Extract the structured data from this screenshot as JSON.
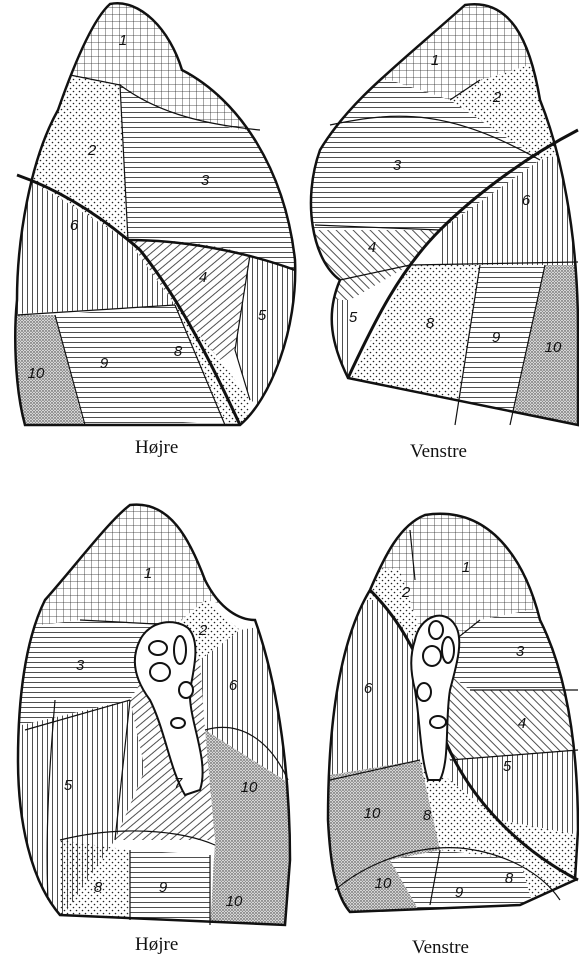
{
  "captions": {
    "top_left": "Højre",
    "top_right": "Venstre",
    "bottom_left": "Højre",
    "bottom_right": "Venstre"
  },
  "segments": {
    "top_left": [
      "1",
      "2",
      "3",
      "6",
      "4",
      "5",
      "10",
      "9",
      "8"
    ],
    "top_right": [
      "1",
      "2",
      "3",
      "6",
      "4",
      "5",
      "8",
      "9",
      "10"
    ],
    "bottom_left": [
      "1",
      "2",
      "3",
      "6",
      "5",
      "7",
      "10",
      "8",
      "9",
      "10"
    ],
    "bottom_right": [
      "1",
      "2",
      "3",
      "6",
      "4",
      "5",
      "10",
      "8",
      "10",
      "9",
      "8"
    ]
  }
}
